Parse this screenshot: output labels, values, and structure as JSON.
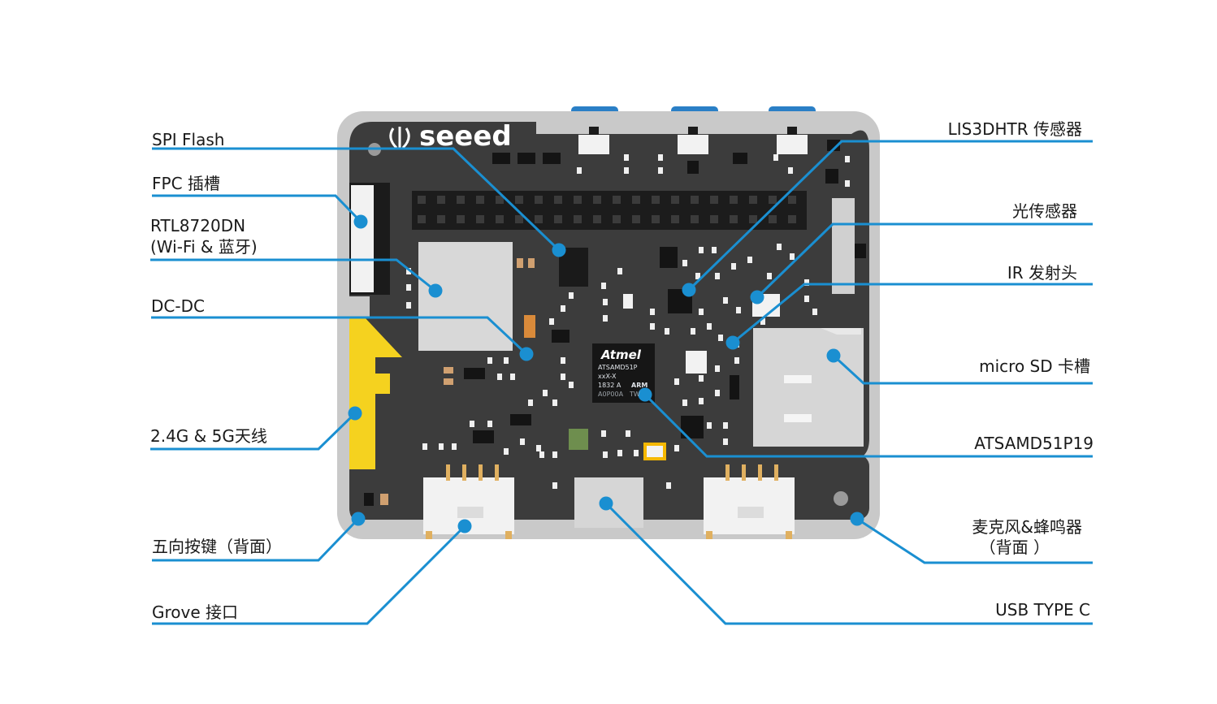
{
  "brand": {
    "name": "seeed"
  },
  "mcu_marking": {
    "maker": "Atmel",
    "part": "ATSAMD51P",
    "line2": "xxX-X",
    "line3": "1832  A",
    "line4": "A0P00A",
    "arm": "ARM",
    "tw": "TW"
  },
  "labels_left": [
    {
      "text": "SPI Flash"
    },
    {
      "text": "FPC 插槽"
    },
    {
      "text": "RTL8720DN",
      "text2": "(Wi-Fi & 蓝牙)"
    },
    {
      "text": "DC-DC"
    },
    {
      "text": "2.4G & 5G天线"
    },
    {
      "text": "五向按键（背面）"
    },
    {
      "text": "Grove 接口"
    }
  ],
  "labels_right": [
    {
      "text": "LIS3DHTR 传感器"
    },
    {
      "text": "光传感器"
    },
    {
      "text": "IR 发射头"
    },
    {
      "text": "micro SD 卡槽"
    },
    {
      "text": "ATSAMD51P19"
    },
    {
      "text": "麦克风&蜂鸣器",
      "text2": "（背面 ）"
    },
    {
      "text": "USB TYPE C"
    }
  ],
  "colors": {
    "callout": "#1a8fd1",
    "board": "#3d3d3d",
    "frame": "#c9c9c9",
    "antenna": "#f5d21f",
    "button": "#2a7fc6"
  }
}
